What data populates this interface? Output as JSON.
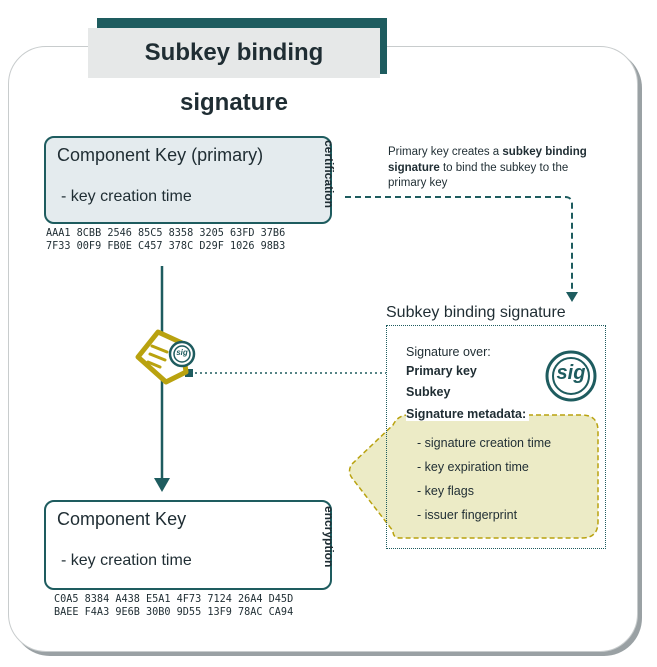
{
  "title": "Subkey binding signature",
  "primary_key": {
    "title": "Component Key (primary)",
    "creation_time": "- key creation time",
    "role": "certification",
    "fingerprint_line1": "AAA1 8CBB 2546 85C5 8358 3205 63FD 37B6",
    "fingerprint_line2": "7F33 00F9 FB0E C457 378C D29F 1026 98B3"
  },
  "subkey": {
    "title": "Component Key",
    "creation_time": "- key creation time",
    "role": "encryption",
    "fingerprint_line1": "C0A5 8384 A438 E5A1 4F73 7124 26A4 D45D",
    "fingerprint_line2": "BAEE F4A3 9E6B 30B0 9D55 13F9 78AC CA94"
  },
  "description": {
    "part1": "Primary key creates a ",
    "bold": "subkey binding signature",
    "part2": " to bind the subkey to the primary key"
  },
  "signature": {
    "title": "Subkey binding signature",
    "over_label": "Signature over:",
    "items": [
      "Primary key",
      "Subkey"
    ],
    "metadata_label": "Signature metadata:",
    "metadata": [
      "- signature creation time",
      "- key expiration time",
      "- key flags",
      "- issuer fingerprint"
    ],
    "seal_text": "sig"
  },
  "colors": {
    "teal": "#1e5c5f",
    "olive": "#b9a20f",
    "metadata_fill": "#ecebc6",
    "primary_fill": "#e4ebee"
  }
}
